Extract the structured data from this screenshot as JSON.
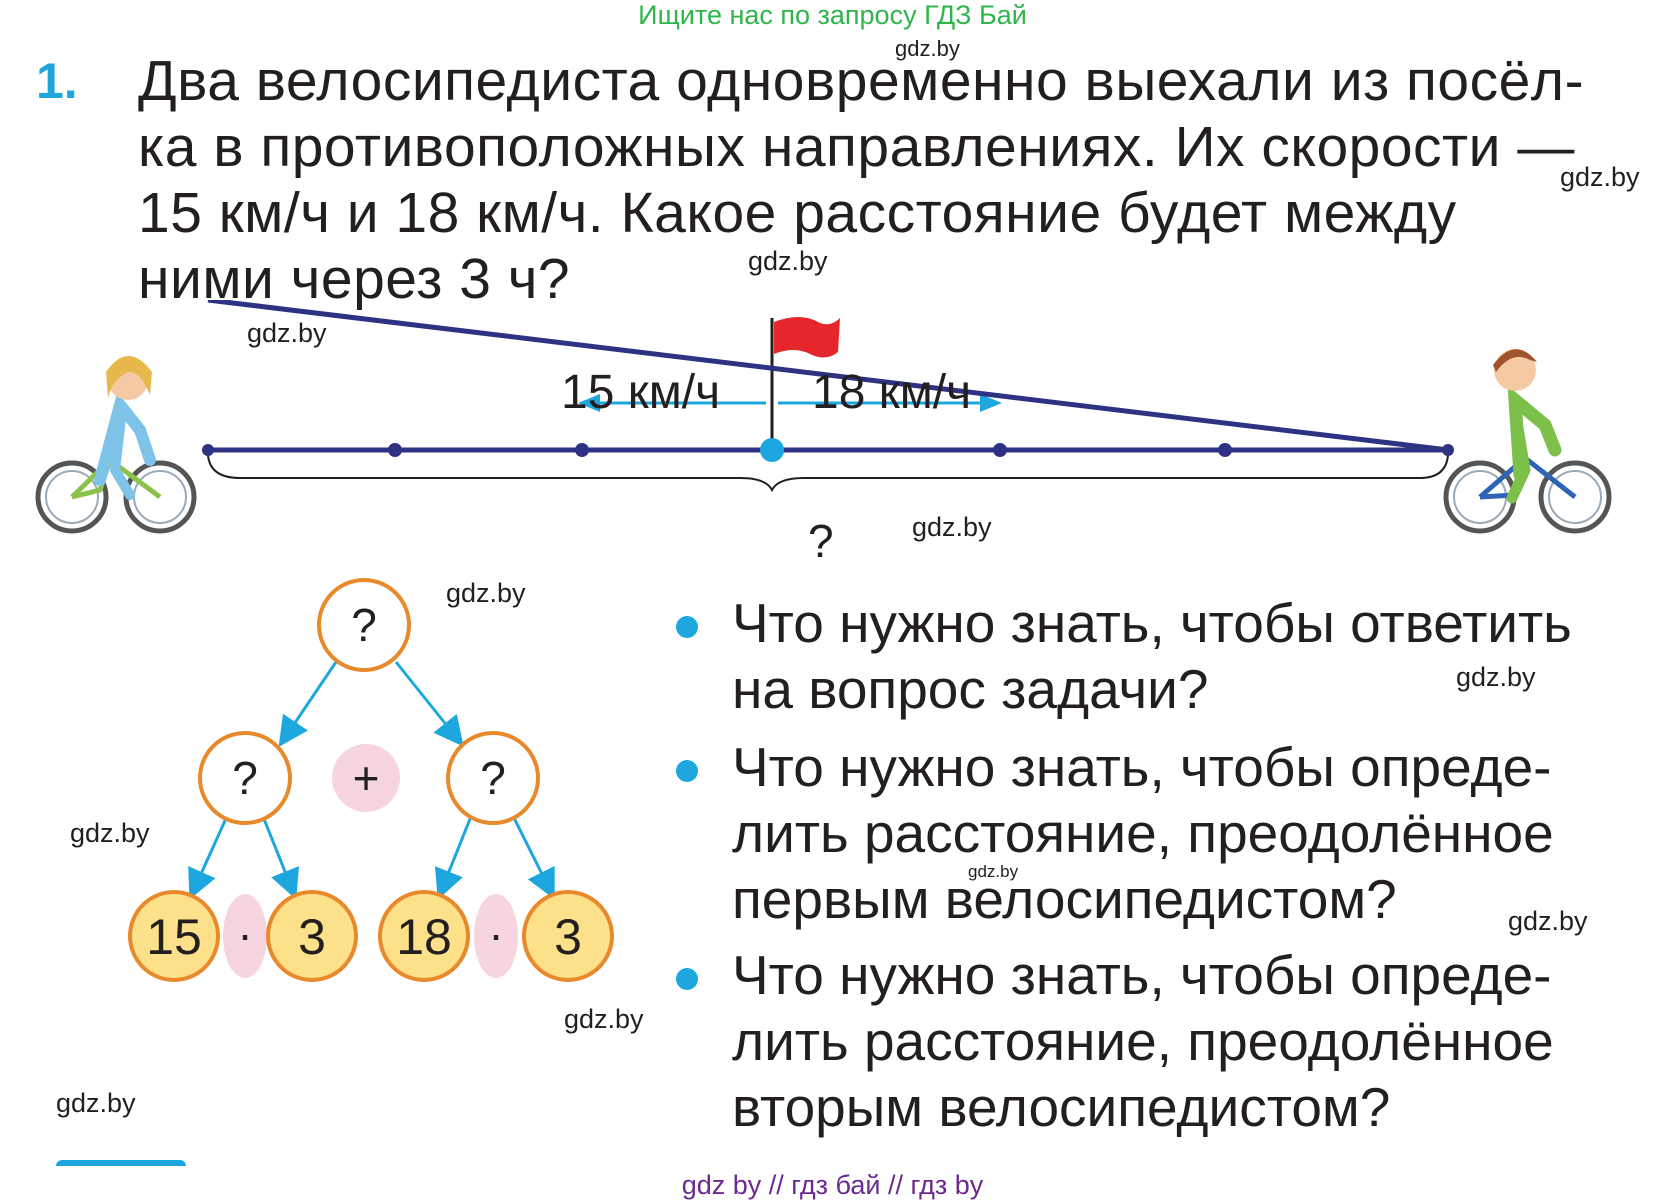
{
  "header_note": "Ищите нас по запросу ГДЗ Бай",
  "watermark": "gdz.by",
  "task": {
    "number": "1.",
    "lines": [
      "Два велосипедиста одновременно выехали из посёл-",
      "ка в противоположных направлениях. Их скорости —",
      "15 км/ч и 18 км/ч. Какое расстояние будет между",
      "ними через 3 ч?"
    ]
  },
  "diagram": {
    "left_speed": "15 км/ч",
    "right_speed": "18 км/ч",
    "total_label": "?"
  },
  "tree": {
    "root": "?",
    "left": "?",
    "right": "?",
    "operator_root": "+",
    "operator_leaf": "·",
    "leaves": [
      "15",
      "3",
      "18",
      "3"
    ]
  },
  "questions": [
    [
      "Что нужно знать, чтобы ответить",
      "на вопрос задачи?"
    ],
    [
      "Что нужно знать, чтобы опреде-",
      "лить расстояние, преодолённое",
      "первым велосипедистом?"
    ],
    [
      "Что нужно знать, чтобы опреде-",
      "лить расстояние, преодолённое",
      "вторым велосипедистом?"
    ]
  ],
  "footer": "gdz by  //  гдз бай  //  гдз by",
  "colors": {
    "accent_blue": "#1ea7de",
    "node_orange": "#e8892b",
    "node_yellow_fill": "#fce08a",
    "op_pink": "#f6d4e0",
    "flag_red": "#e5262b",
    "line_navy": "#2e3283",
    "header_green": "#2fb54a",
    "footer_purple": "#6b2a8f"
  }
}
